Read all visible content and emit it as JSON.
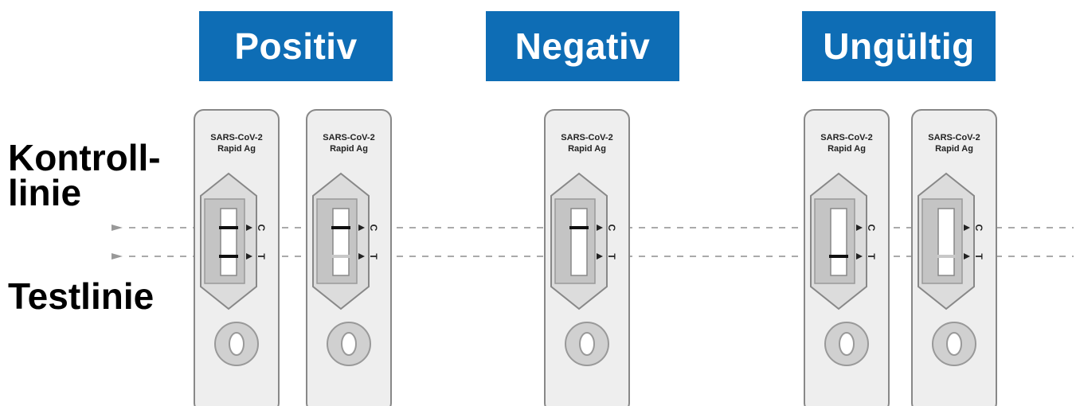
{
  "labels": {
    "control_line": "Kontroll-\nlinie",
    "test_line": "Testlinie"
  },
  "results": [
    {
      "label": "Positiv",
      "cassettes": [
        {
          "control": true,
          "test": true,
          "test_strength": "strong"
        },
        {
          "control": true,
          "test": true,
          "test_strength": "faint"
        }
      ]
    },
    {
      "label": "Negativ",
      "cassettes": [
        {
          "control": true,
          "test": false
        }
      ]
    },
    {
      "label": "Ungültig",
      "cassettes": [
        {
          "control": false,
          "test": true,
          "test_strength": "strong"
        },
        {
          "control": false,
          "test": true,
          "test_strength": "faint"
        }
      ]
    }
  ],
  "cassette": {
    "title_line1": "SARS-CoV-2",
    "title_line2": "Rapid Ag",
    "control_mark": "C",
    "test_mark": "T"
  },
  "colors": {
    "banner": "#0e6db5",
    "banner_text": "#ffffff",
    "cassette_fill": "#eeeeee",
    "cassette_border": "#888888",
    "line_strong": "#111111",
    "line_faint": "#c8c8c8",
    "guide_line": "#aaaaaa"
  }
}
